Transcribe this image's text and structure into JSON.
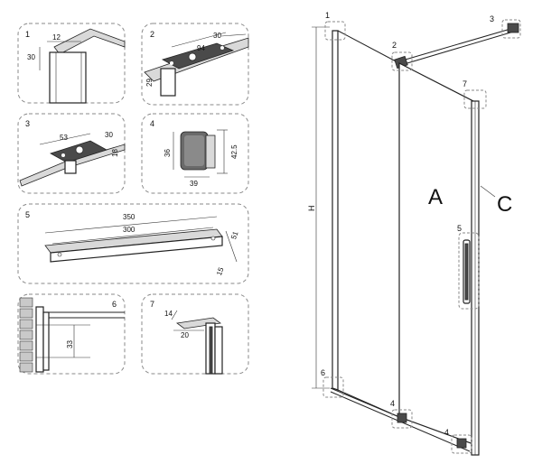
{
  "details": [
    {
      "number": "1",
      "dims": [
        "12",
        "30"
      ]
    },
    {
      "number": "2",
      "dims": [
        "94",
        "30",
        "29"
      ]
    },
    {
      "number": "3",
      "dims": [
        "53",
        "30",
        "18"
      ]
    },
    {
      "number": "4",
      "dims": [
        "36",
        "42.5",
        "39"
      ]
    },
    {
      "number": "5",
      "dims": [
        "350",
        "300",
        "51",
        "15"
      ]
    },
    {
      "number": "6",
      "dims": [
        "33"
      ]
    },
    {
      "number": "7",
      "dims": [
        "14",
        "20"
      ]
    }
  ],
  "main": {
    "height_label": "H",
    "glass_label": "A",
    "profile_label": "C",
    "callouts": [
      "1",
      "2",
      "3",
      "4",
      "4",
      "5",
      "6",
      "7"
    ]
  }
}
